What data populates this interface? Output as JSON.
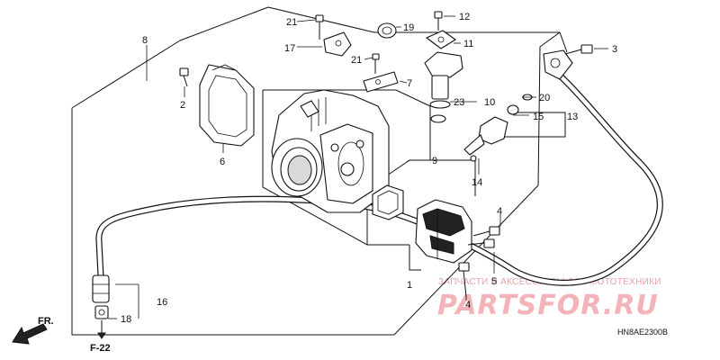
{
  "labels": {
    "l1": "1",
    "l2": "2",
    "l3": "3",
    "l4a": "4",
    "l4b": "4",
    "l5": "5",
    "l6": "6",
    "l7": "7",
    "l8": "8",
    "l9": "9",
    "l10": "10",
    "l11": "11",
    "l12": "12",
    "l13": "13",
    "l14": "14",
    "l15": "15",
    "l16": "16",
    "l17": "17",
    "l18": "18",
    "l19": "19",
    "l20": "20",
    "l21a": "21",
    "l21b": "21",
    "l23": "23"
  },
  "fr_mark": "FR.",
  "reference": "F-22",
  "diagram_code": "HN8AE2300B",
  "watermark": {
    "tagline": "ЗАПЧАСТИ И АКСЕССУАРЫ ДЛЯ МОТОТЕХНИКИ",
    "logo": "PARTSFOR.RU"
  },
  "colors": {
    "line": "#111111",
    "watermark": "#ef9aa2"
  }
}
